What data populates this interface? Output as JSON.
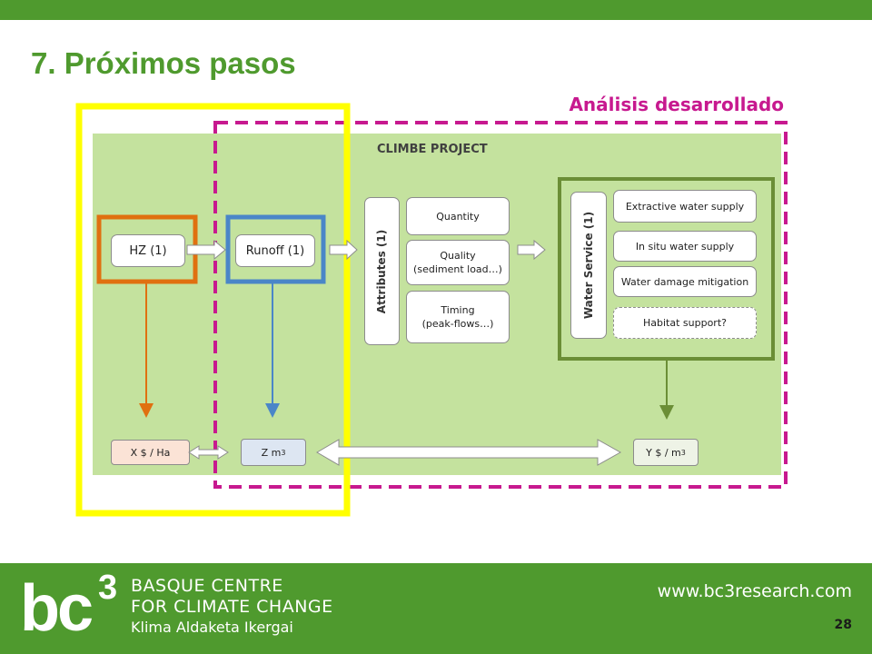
{
  "slide": {
    "title": "7. Próximos pasos",
    "analysis_label": "Análisis desarrollado",
    "page_number": "28"
  },
  "diagram": {
    "project_label": "CLIMBE PROJECT",
    "nodes": {
      "hz": "HZ (1)",
      "runoff": "Runoff (1)",
      "attributes": "Attributes (1)",
      "quantity": "Quantity",
      "quality": "Quality\n(sediment load…)",
      "timing": "Timing\n(peak-flows…)",
      "water_service": "Water Service (1)",
      "extractive_supply": "Extractive water supply",
      "in_situ_supply": "In situ water supply",
      "damage_mitigation": "Water damage mitigation",
      "habitat_support": "Habitat support?"
    },
    "outputs": {
      "x_value": "X $ / Ha",
      "z_value_base": "Z m",
      "z_value_sup": "3",
      "y_value_base": "Y $ / m",
      "y_value_sup": "3"
    }
  },
  "footer": {
    "logo_text": "bc",
    "logo_sup": "3",
    "org_line1": "BASQUE CENTRE",
    "org_line2": "FOR CLIMATE CHANGE",
    "org_line3": "Klima Aldaketa Ikergai",
    "website": "www.bc3research.com"
  },
  "colors": {
    "brand_green": "#4f9a2e",
    "diagram_bg": "#c4e29e",
    "highlight_yellow": "#ffff00",
    "analysis_magenta": "#c7198f",
    "hz_orange": "#e07010",
    "runoff_blue": "#4a86c8",
    "service_green": "#6b8e36"
  }
}
